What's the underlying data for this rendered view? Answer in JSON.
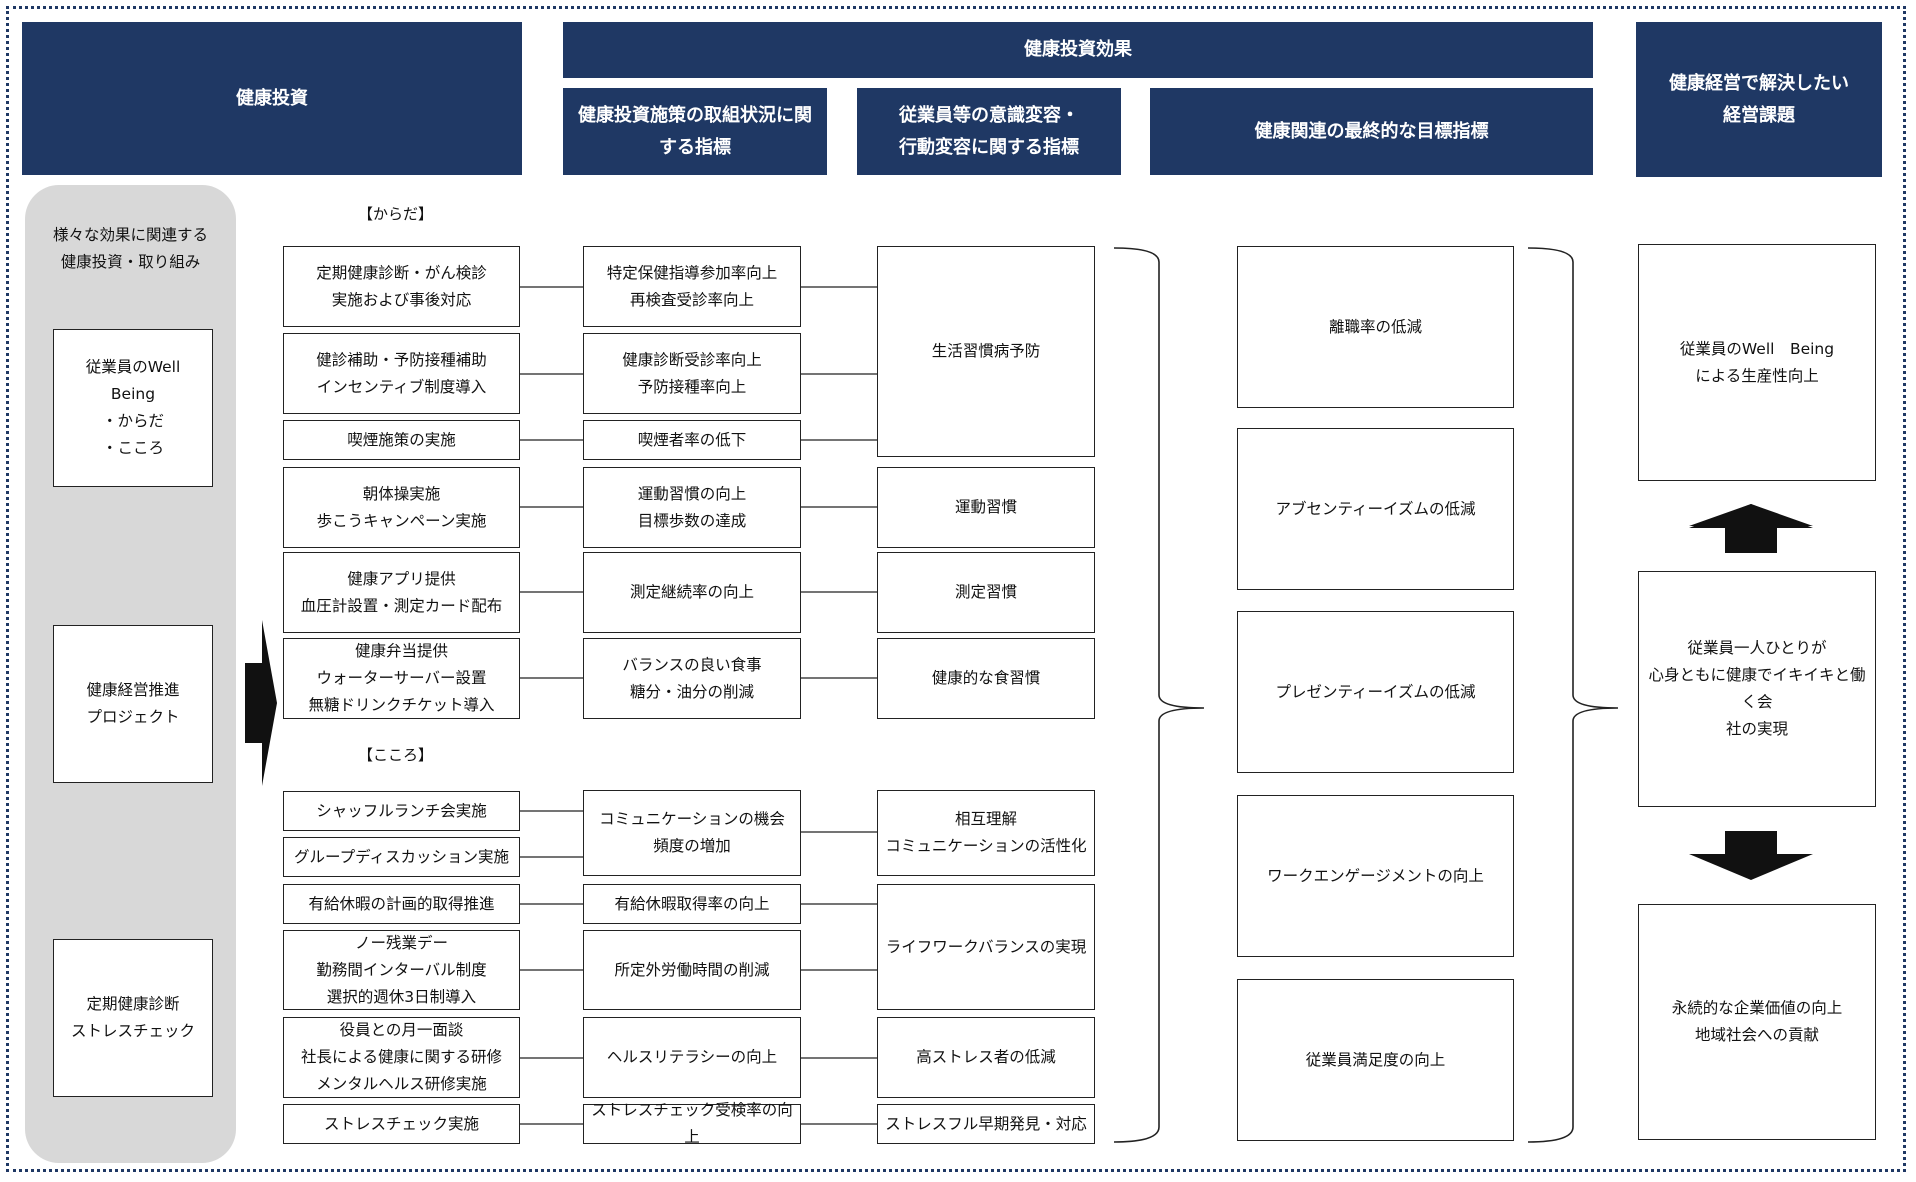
{
  "headers": {
    "invest": "健康投資",
    "effect": "健康投資効果",
    "col_measures": "健康投資施策の取組状況に関する指標",
    "col_behavior": "従業員等の意識変容・\n行動変容に関する指標",
    "col_goal": "健康関連の最終的な目標指標",
    "issues": "健康経営で解決したい\n経営課題"
  },
  "sidebar": {
    "title": "様々な効果に関連する\n健康投資・取り組み",
    "boxes": [
      "従業員のWell\nBeing\n・からだ\n・こころ",
      "健康経営推進\nプロジェクト",
      "定期健康診断\nストレスチェック"
    ]
  },
  "sections": {
    "body": "【からだ】",
    "mind": "【こころ】"
  },
  "col1": [
    "定期健康診断・がん検診\n実施および事後対応",
    "健診補助・予防接種補助\nインセンティブ制度導入",
    "喫煙施策の実施",
    "朝体操実施\n歩こうキャンペーン実施",
    "健康アプリ提供\n血圧計設置・測定カード配布",
    "健康弁当提供\nウォーターサーバー設置\n無糖ドリンクチケット導入",
    "シャッフルランチ会実施",
    "グループディスカッション実施",
    "有給休暇の計画的取得推進",
    "ノー残業デー\n勤務間インターバル制度\n選択的週休3日制導入",
    "役員との月一面談\n社長による健康に関する研修\nメンタルヘルス研修実施",
    "ストレスチェック実施"
  ],
  "col2": [
    "特定保健指導参加率向上\n再検査受診率向上",
    "健康診断受診率向上\n予防接種率向上",
    "喫煙者率の低下",
    "運動習慣の向上\n目標歩数の達成",
    "測定継続率の向上",
    "バランスの良い食事\n糖分・油分の削減",
    "コミュニケーションの機会\n頻度の増加",
    "有給休暇取得率の向上",
    "所定外労働時間の削減",
    "ヘルスリテラシーの向上",
    "ストレスチェック受検率の向上"
  ],
  "col3": [
    "生活習慣病予防",
    "運動習慣",
    "測定習慣",
    "健康的な食習慣",
    "相互理解\nコミュニケーションの活性化",
    "ライフワークバランスの実現",
    "高ストレス者の低減",
    "ストレスフル早期発見・対応"
  ],
  "goals": [
    "離職率の低減",
    "アブセンティーイズムの低減",
    "プレゼンティーイズムの低減",
    "ワークエンゲージメントの向上",
    "従業員満足度の向上"
  ],
  "issues": [
    "従業員のWell　Being\nによる生産性向上",
    "従業員一人ひとりが\n心身ともに健康でイキイキと働く会\n社の実現",
    "永続的な企業価値の向上\n地域社会への貢献"
  ],
  "colors": {
    "header": "#1f3864",
    "sidebar": "#d8d8d8",
    "border": "#222222"
  }
}
